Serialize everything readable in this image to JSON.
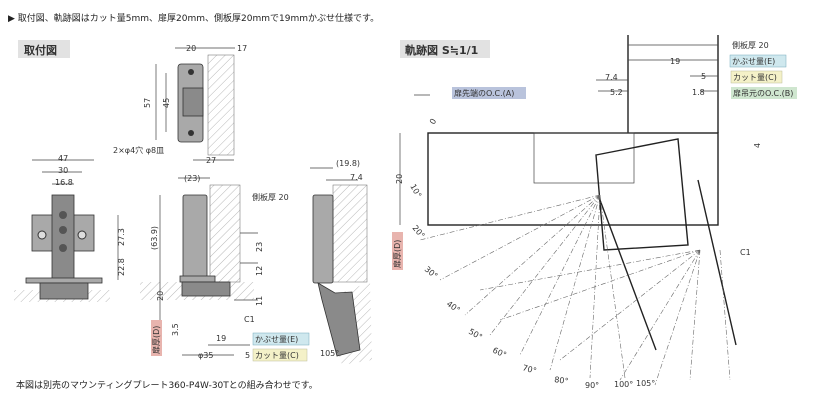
{
  "header_note": "▶ 取付図、軌跡図はカット量5mm、扉厚20mm、側板厚20mmで19mmかぶせ仕様です。",
  "footer_note": "本図は別売のマウンティングプレート360-P4W-30Tとの組み合わせです。",
  "mounting": {
    "title": "取付図",
    "top_view": {
      "dim_a": "20",
      "dim_b": "17",
      "dim_h1": "57",
      "dim_h2": "45",
      "dim_w": "27",
      "hole_label": "2×φ4穴 φ8皿"
    },
    "front_view": {
      "dim_47": "47",
      "dim_30": "30",
      "dim_168": "16.8",
      "dim_273": "27.3",
      "dim_228": "22.8"
    },
    "side_view": {
      "dim_23p": "(23)",
      "side_panel": "側板厚 20",
      "dim_639": "(63.9)",
      "dim_23": "23",
      "dim_12": "12",
      "dim_11": "11",
      "dim_20": "20",
      "dim_35": "3.5",
      "door_thickness": "扉厚(D)",
      "dim_19": "19",
      "overlay": "かぶせ量(E)",
      "cup": "φ35",
      "dim_5": "5",
      "cut": "カット量(C)",
      "c1": "C1"
    },
    "open_view": {
      "dim_198": "(19.8)",
      "dim_74": "7.4",
      "angle": "105°"
    }
  },
  "trajectory": {
    "title": "軌跡図 S≒1/1",
    "side_panel": "側板厚 20",
    "dim_19": "19",
    "overlay": "かぶせ量(E)",
    "dim_74": "7.4",
    "dim_5": "5",
    "cut": "カット量(C)",
    "dim_52": "5.2",
    "dim_18": "1.8",
    "oc_a": "扉先端のO.C.(A)",
    "oc_b": "扉吊元のO.C.(B)",
    "dim_0": "0",
    "dim_4": "4",
    "dim_20": "20",
    "door_thickness": "扉厚(D)",
    "c1": "C1",
    "angles": [
      "10°",
      "20°",
      "30°",
      "40°",
      "50°",
      "60°",
      "70°",
      "80°",
      "90°",
      "100°",
      "105°"
    ]
  },
  "colors": {
    "overlay_bg": "#cfe8ee",
    "cut_bg": "#f4f1c8",
    "oc_a_bg": "#b9c3dc",
    "oc_b_bg": "#cfe6cf",
    "door_bg": "#e8b4ae",
    "title_bg": "#e2e2e2"
  }
}
